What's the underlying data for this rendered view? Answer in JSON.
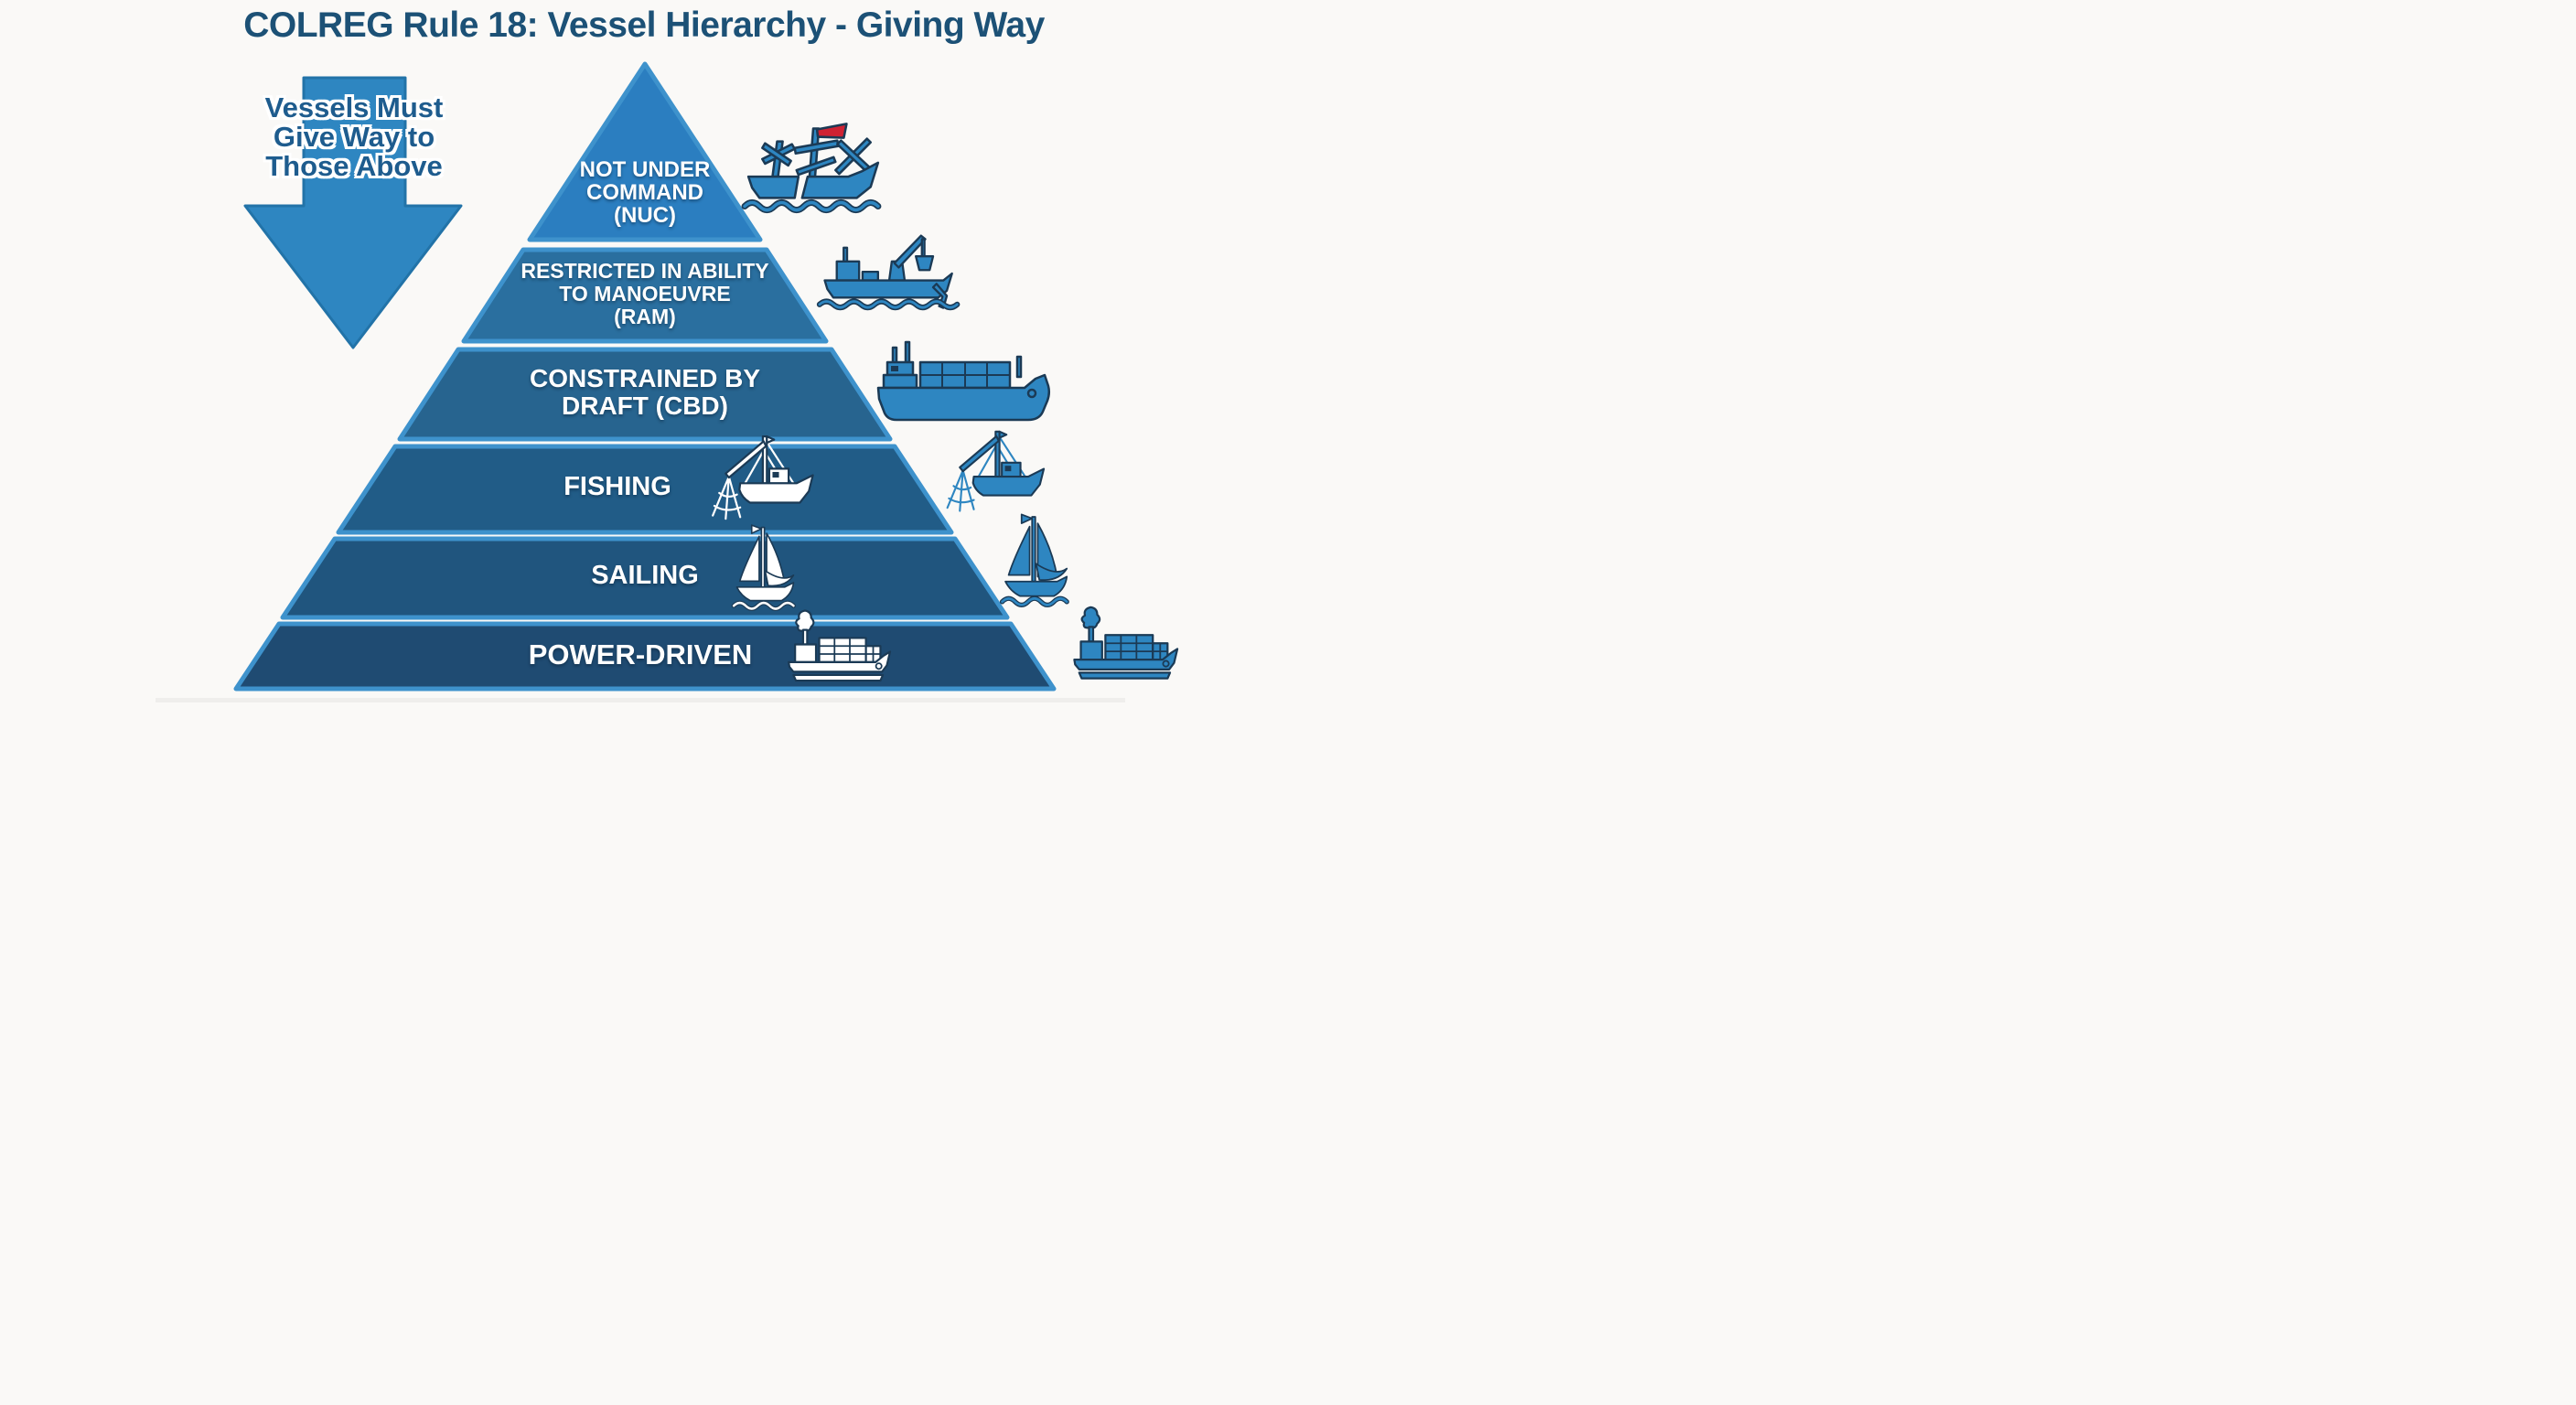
{
  "title": "COLREG Rule 18: Vessel Hierarchy - Giving Way",
  "arrow": {
    "label_lines": [
      "Vessels Must",
      "Give Way to",
      "Those Above"
    ],
    "fill": "#2e86c1"
  },
  "pyramid": {
    "border_color": "#3e92cc",
    "levels": [
      {
        "rank": 1,
        "code": "NUC",
        "label": "NOT UNDER COMMAND (NUC)",
        "lines": [
          "NOT UNDER",
          "COMMAND",
          "(NUC)"
        ],
        "fill": "#2b7ec0",
        "icon": "damaged-ship-icon"
      },
      {
        "rank": 2,
        "code": "RAM",
        "label": "RESTRICTED IN ABILITY TO MANOEUVRE (RAM)",
        "lines": [
          "RESTRICTED IN ABILITY",
          "TO MANOEUVRE",
          "(RAM)"
        ],
        "fill": "#2a6f9f",
        "icon": "crane-dredger-ship-icon"
      },
      {
        "rank": 3,
        "code": "CBD",
        "label": "CONSTRAINED BY DRAFT (CBD)",
        "lines": [
          "CONSTRAINED BY",
          "DRAFT (CBD)"
        ],
        "fill": "#27648f",
        "icon": "deep-draft-cargo-ship-icon"
      },
      {
        "rank": 4,
        "code": "FISHING",
        "label": "FISHING",
        "lines": [
          "FISHING"
        ],
        "fill": "#215c87",
        "icon": "fishing-trawler-icon"
      },
      {
        "rank": 5,
        "code": "SAILING",
        "label": "SAILING",
        "lines": [
          "SAILING"
        ],
        "fill": "#20557e",
        "icon": "sailboat-icon"
      },
      {
        "rank": 6,
        "code": "POWER",
        "label": "POWER-DRIVEN",
        "lines": [
          "POWER-DRIVEN"
        ],
        "fill": "#1f4b72",
        "icon": "container-ship-icon"
      }
    ]
  },
  "colors": {
    "background": "#faf9f7",
    "title_text": "#1c5176",
    "arrow_text": "#1e5c8e",
    "band_text": "#ffffff",
    "band_border": "#3e92cc",
    "icon_blue": "#2e86c1",
    "icon_white": "#ffffff",
    "flag_red": "#cf2233",
    "outline_navy": "#1b3a55"
  }
}
